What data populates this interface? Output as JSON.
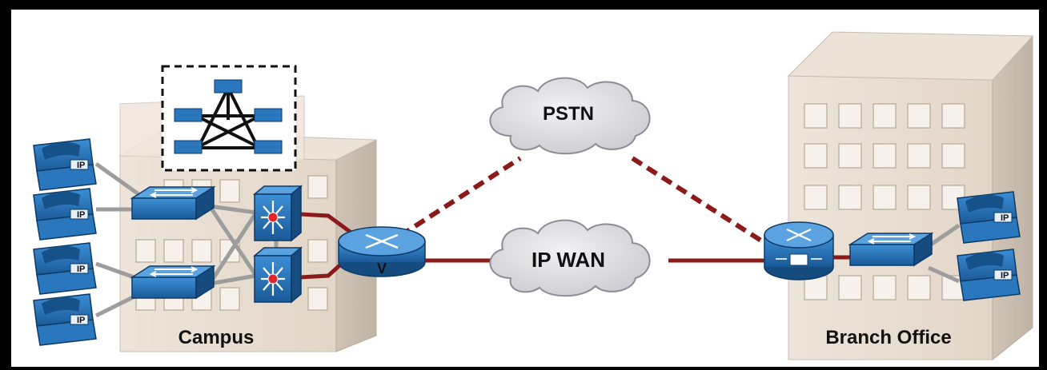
{
  "diagram": {
    "campus_label": "Campus",
    "branch_label": "Branch Office",
    "pstn_label": "PSTN",
    "ipwan_label": "IP WAN",
    "phone_text": "IP",
    "router_text": "V"
  },
  "colors": {
    "link_red": "#8b1a1a",
    "device_blue": "#1f6fb5",
    "cloud_grey": "#d9d9dc",
    "background": "#ffffff"
  },
  "icons": [
    "ip-phone-icon",
    "switch-icon",
    "multilayer-switch-icon",
    "voice-router-icon",
    "branch-router-icon",
    "cloud-icon",
    "building-icon",
    "network-cluster-icon"
  ]
}
